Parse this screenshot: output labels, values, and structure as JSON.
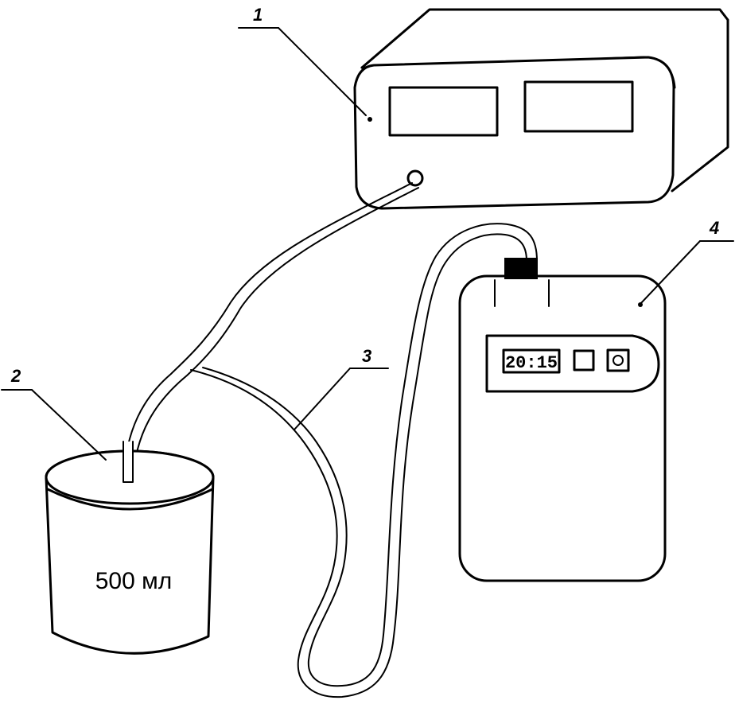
{
  "labels": {
    "device_1": "1",
    "container_2": "2",
    "tube_3": "3",
    "device_4": "4"
  },
  "container_text": "500 мл",
  "display_time": "20:15",
  "icons": {
    "button_square": "square-button-icon",
    "button_round": "round-button-icon"
  }
}
